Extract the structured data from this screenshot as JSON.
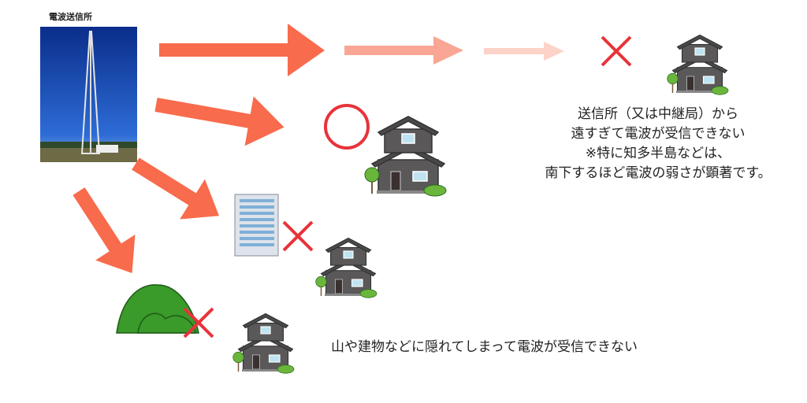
{
  "tower": {
    "label": "電波送信所"
  },
  "note_far": {
    "lines": [
      "送信所（又は中継局）から",
      "遠すぎて電波が受信できない",
      "※特に知多半島などは、",
      "南下するほど電波の弱さが顕著です。"
    ]
  },
  "note_blocked": {
    "text": "山や建物などに隠れてしまって電波が受信できない"
  },
  "colors": {
    "arrow": "#f86b4c",
    "arrow_mid": "#f9a694",
    "arrow_light": "#fcd3c8",
    "ng": "#e8333a",
    "ok": "#e8333a",
    "house": "#595757",
    "mountain": "#3a9a2a"
  },
  "icons": [
    "tower-photo",
    "arrow-icon",
    "cross-icon",
    "circle-icon",
    "house-icon",
    "building-icon",
    "mountain-icon"
  ]
}
